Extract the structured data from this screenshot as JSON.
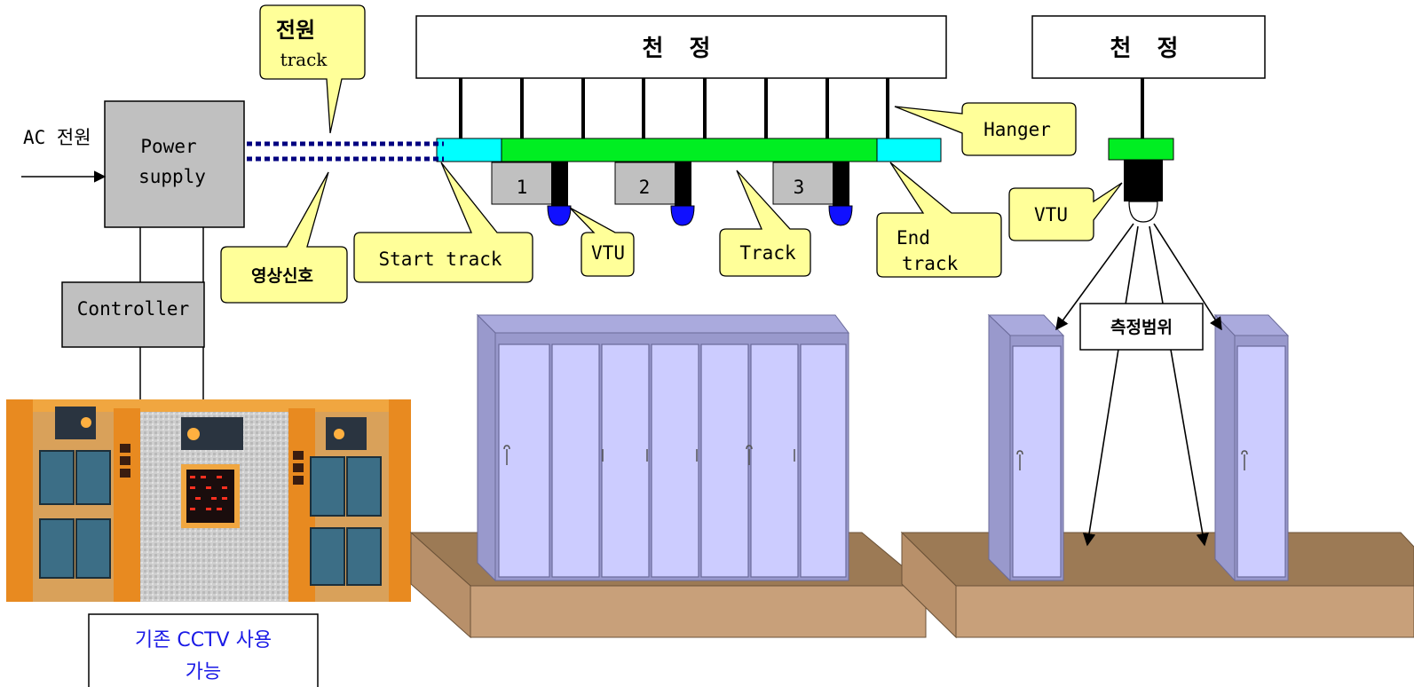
{
  "ceiling": {
    "left": "천 정",
    "right": "천 정"
  },
  "power_supply": {
    "line1": "Power",
    "line2": "supply"
  },
  "ac_input": "AC 전원",
  "controller": "Controller",
  "callouts": {
    "power_track": {
      "line1": "전원",
      "line2": "track"
    },
    "video_signal": "영상신호",
    "start_track": "Start track",
    "vtu": "VTU",
    "track": "Track",
    "end_track": {
      "line1": "End",
      "line2": "track"
    },
    "hanger": "Hanger",
    "vtu_right": "VTU"
  },
  "vtu_units": [
    "1",
    "2",
    "3"
  ],
  "measurement_range": "측정범위",
  "cctv_note": {
    "line1": "기존 CCTV 사용",
    "line2": "가능"
  },
  "colors": {
    "track_green": "#00ee22",
    "track_cyan": "#00ffff",
    "callout_yellow": "#ffff99",
    "cabinet_face": "#ccccff",
    "cabinet_side": "#9999cc",
    "floor_top": "#9c7a55",
    "floor_side": "#c8a07a",
    "box_gray": "#c0c0c0",
    "dotted_blue": "#000080",
    "note_blue": "#1a1ae6"
  }
}
